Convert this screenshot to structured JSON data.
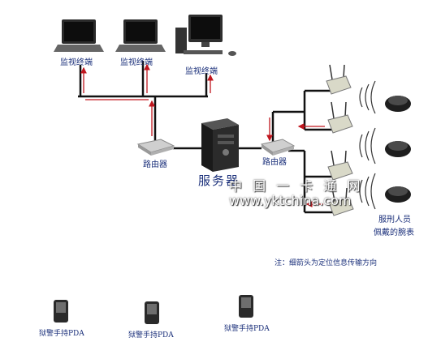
{
  "terminals": [
    {
      "label": "监视终端"
    },
    {
      "label": "监视终端"
    },
    {
      "label": "监视终端"
    }
  ],
  "routers": [
    {
      "label": "路由器"
    },
    {
      "label": "路由器"
    }
  ],
  "server": {
    "label": "服务器"
  },
  "watermark": {
    "text": "中 国 一 卡 通 网",
    "url": "www.yktchina.com"
  },
  "wearer": {
    "line1": "服刑人员",
    "line2": "佩戴的腕表"
  },
  "note": {
    "text": "注：细箭头为定位信息传输方向"
  },
  "pdas": [
    {
      "label": "狱警手持PDA"
    },
    {
      "label": "狱警手持PDA"
    },
    {
      "label": "狱警手持PDA"
    }
  ],
  "colors": {
    "network_line": "#111111",
    "arrow": "#c0161e",
    "label_text": "#1a2f7a"
  }
}
